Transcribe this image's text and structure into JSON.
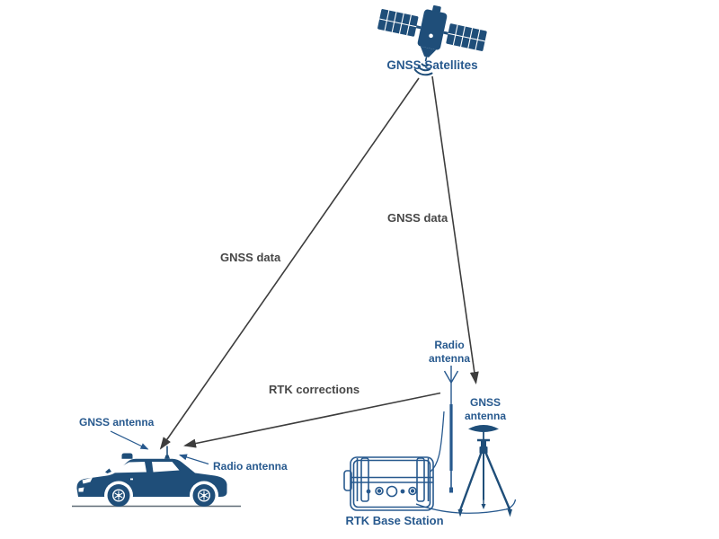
{
  "diagram": {
    "title_context": "GNSS RTK positioning diagram",
    "satellite_label": "GNSS Satellites",
    "flows": {
      "gnss_data_left": "GNSS data",
      "gnss_data_right": "GNSS data",
      "rtk_corrections": "RTK corrections"
    },
    "rover": {
      "gnss_antenna": "GNSS antenna",
      "radio_antenna": "Radio antenna"
    },
    "base": {
      "radio_antenna_line1": "Radio",
      "radio_antenna_line2": "antenna",
      "gnss_antenna_line1": "GNSS",
      "gnss_antenna_line2": "antenna",
      "station_label": "RTK Base Station"
    },
    "colors": {
      "navy": "#1f4e79",
      "label_navy": "#27598e",
      "arrow_dark": "#3d3d3d",
      "ground": "#5f6a74",
      "background": "#ffffff"
    }
  }
}
